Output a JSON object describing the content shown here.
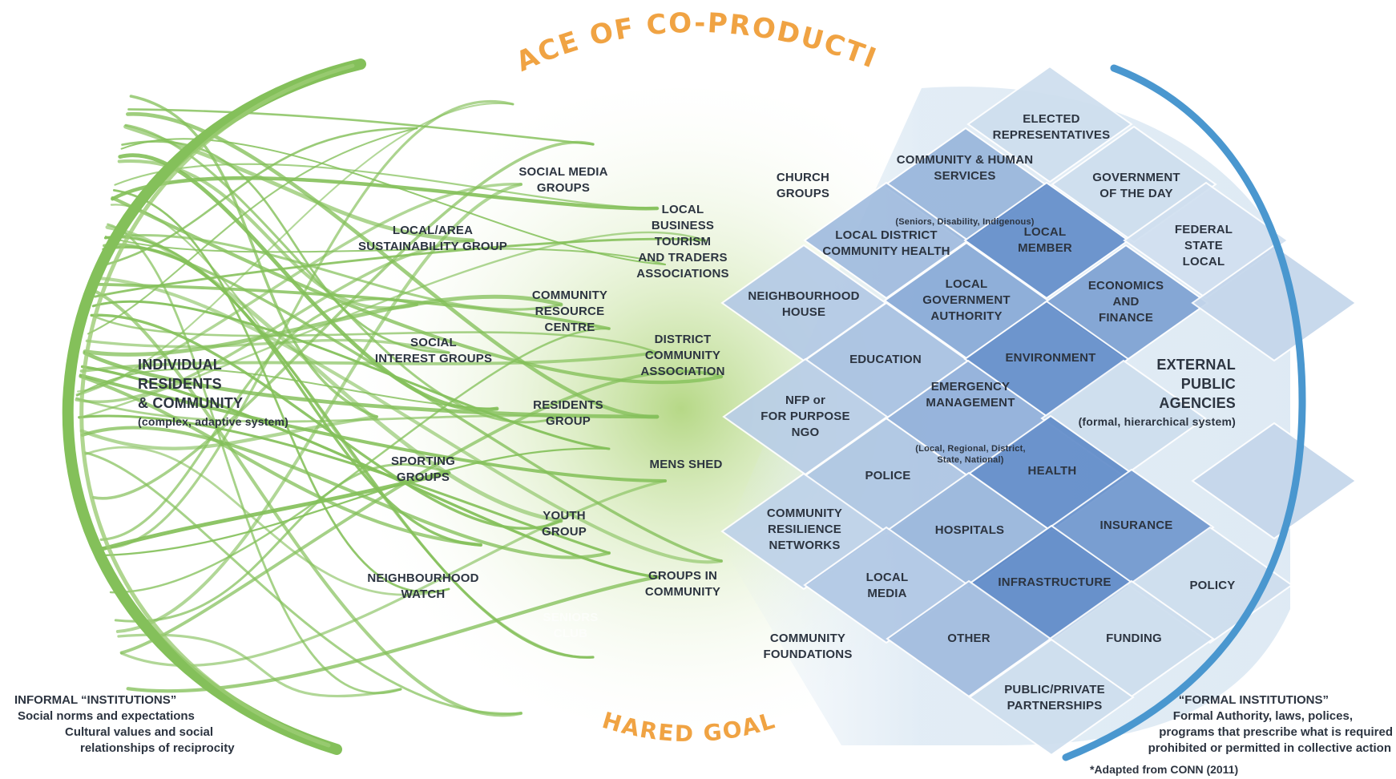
{
  "title_top": "SPACE OF CO-PRODUCTION",
  "title_bottom": "SHARED GOALS",
  "left": {
    "heading": "INDIVIDUAL\nRESIDENTS\n& COMMUNITY",
    "subheading": "(complex, adaptive system)",
    "note_title": "INFORMAL “INSTITUTIONS”",
    "note_lines": [
      "Social norms and expectations",
      "Cultural values and social",
      "relationships of reciprocity"
    ]
  },
  "right": {
    "heading": "EXTERNAL\nPUBLIC\nAGENCIES",
    "subheading": "(formal, hierarchical system)",
    "note_title": "“FORMAL INSTITUTIONS”",
    "note_lines": [
      "Formal Authority, laws, polices,",
      "programs that prescribe what is required",
      "prohibited or permitted in collective action"
    ],
    "citation": "*Adapted from CONN (2011)"
  },
  "community_groups": {
    "social_media": "SOCIAL MEDIA\nGROUPS",
    "sustainability": "LOCAL/AREA\nSUSTAINABILITY GROUP",
    "resource_centre": "COMMUNITY\nRESOURCE\nCENTRE",
    "social_interest": "SOCIAL\nINTEREST GROUPS",
    "residents": "RESIDENTS\nGROUP",
    "sporting": "SPORTING\nGROUPS",
    "youth": "YOUTH\nGROUP",
    "neighbourhood_watch": "NEIGHBOURHOOD\nWATCH",
    "seniors_club": "SENIORS\nCLUB",
    "business": "LOCAL\nBUSINESS\nTOURISM\nAND TRADERS\nASSOCIATIONS",
    "district_assoc": "DISTRICT\nCOMMUNITY\nASSOCIATION",
    "mens_shed": "MENS SHED",
    "groups_in_community": "GROUPS IN\nCOMMUNITY"
  },
  "middle_groups": {
    "church": "CHURCH\nGROUPS",
    "neighbourhood_house": "NEIGHBOURHOOD\nHOUSE",
    "nfp": "NFP or\nFOR PURPOSE\nNGO",
    "resilience": "COMMUNITY\nRESILIENCE\nNETWORKS",
    "foundations": "COMMUNITY\nFOUNDATIONS"
  },
  "agencies": {
    "elected": "ELECTED\nREPRESENTATIVES",
    "human_services": "COMMUNITY & HUMAN\nSERVICES",
    "human_services_sub": "(Seniors, Disability, Indigenous)",
    "government_day": "GOVERNMENT\nOF THE DAY",
    "district_health": "LOCAL DISTRICT\nCOMMUNITY HEALTH",
    "local_member": "LOCAL\nMEMBER",
    "federal": "FEDERAL\nSTATE\nLOCAL",
    "local_gov": "LOCAL\nGOVERNMENT\nAUTHORITY",
    "economics": "ECONOMICS\nAND\nFINANCE",
    "education": "EDUCATION",
    "environment": "ENVIRONMENT",
    "emergency": "EMERGENCY\nMANAGEMENT",
    "emergency_sub": "(Local, Regional, District,\nState, National)",
    "police": "POLICE",
    "health": "HEALTH",
    "hospitals": "HOSPITALS",
    "insurance": "INSURANCE",
    "media": "LOCAL\nMEDIA",
    "infrastructure": "INFRASTRUCTURE",
    "policy": "POLICY",
    "other": "OTHER",
    "funding": "FUNDING",
    "ppp": "PUBLIC/PRIVATE\nPARTNERSHIPS"
  },
  "colors": {
    "green": "#84c05a",
    "blue": "#4a97cf",
    "orange": "#f0a343",
    "text": "#2c3440"
  }
}
